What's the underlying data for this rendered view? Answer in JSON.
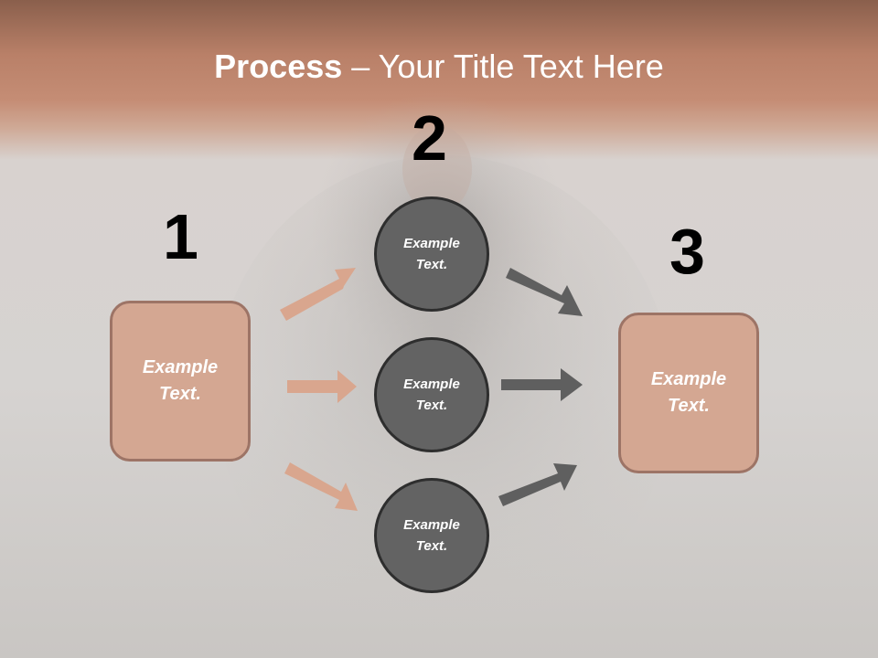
{
  "title": {
    "bold": "Process",
    "rest": " – Your Title Text Here"
  },
  "steps": [
    {
      "number": "1"
    },
    {
      "number": "2"
    },
    {
      "number": "3"
    }
  ],
  "nodes": {
    "left_box": "Example Text.",
    "circle_top": "Example Text.",
    "circle_middle": "Example Text.",
    "circle_bottom": "Example Text.",
    "right_box": "Example Text."
  },
  "colors": {
    "box_fill": "#d4a792",
    "box_border": "#9d7466",
    "circle_fill": "#636363",
    "circle_border": "#2e2e2e",
    "arrow_left": "#d9a68e",
    "arrow_right": "#5f5f5f",
    "header_band": "#c58d75"
  }
}
